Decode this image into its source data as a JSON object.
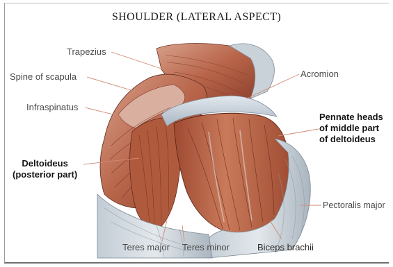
{
  "title": "SHOULDER (LATERAL ASPECT)",
  "labels": {
    "trapezius": "Trapezius",
    "spine_of_scapula": "Spine of scapula",
    "infraspinatus": "Infraspinatus",
    "deltoideus_posterior": [
      "Deltoideus",
      "(posterior part)"
    ],
    "acromion": "Acromion",
    "pennate_heads": [
      "Pennate heads",
      "of middle part",
      "of deltoideus"
    ],
    "pectoralis_major": "Pectoralis major",
    "teres_major": "Teres major",
    "teres_minor": "Teres minor",
    "biceps_brachii": "Biceps brachii"
  },
  "colors": {
    "muscle_red": "#b45a3f",
    "muscle_dark": "#7d3424",
    "tendon_blue": "#c9d3dc",
    "leader_line": "#d08a72"
  }
}
